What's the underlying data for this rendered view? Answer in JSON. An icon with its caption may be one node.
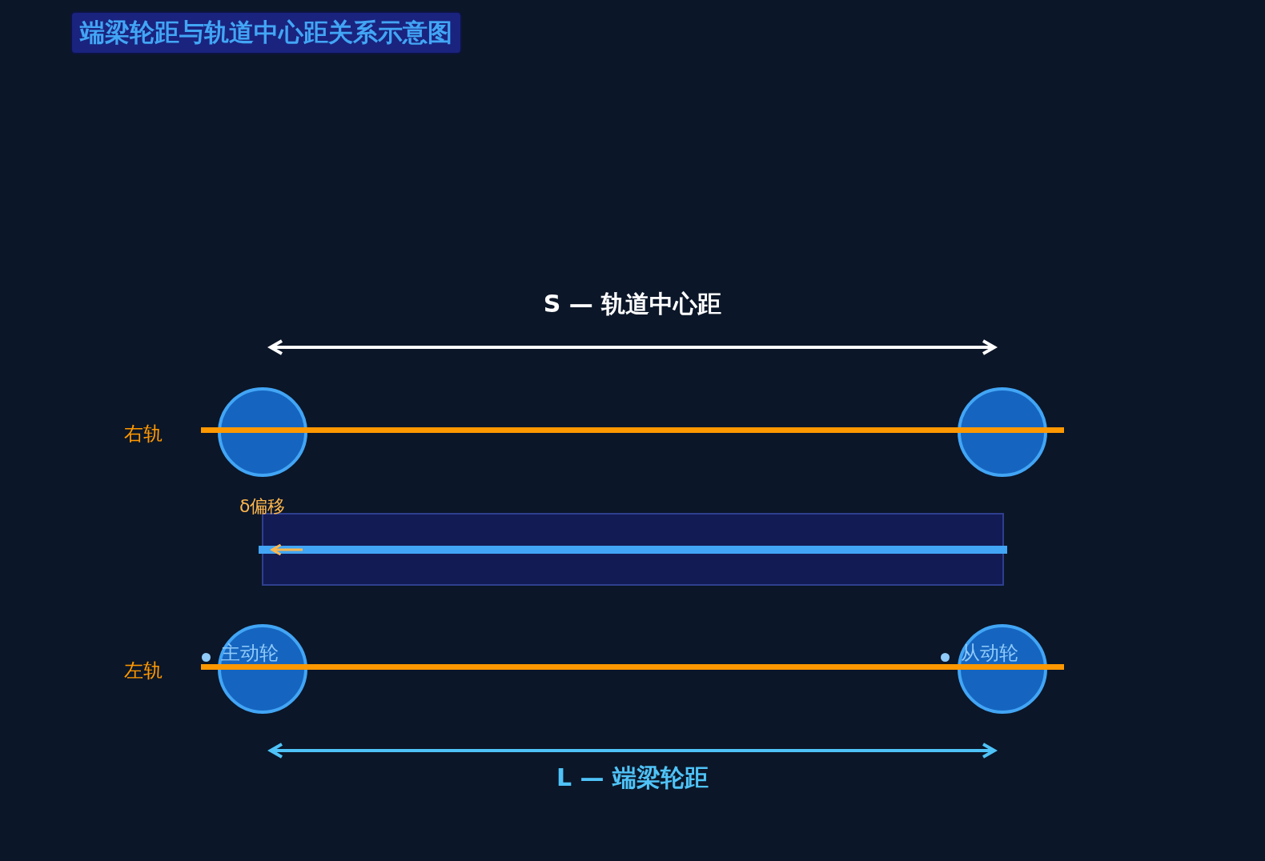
{
  "diagram": {
    "title": "端梁轮距与轨道中心距关系示意图",
    "nodes": [
      {
        "text": [],
        "shape": "circle"
      },
      {
        "text": [],
        "shape": "circle"
      },
      {
        "text": [],
        "shape": "box"
      },
      {
        "text": [
          "主动轮"
        ]
      },
      {
        "text": [
          "从动轮"
        ]
      }
    ],
    "edges": [],
    "labels": [
      "S — 轨道中心距",
      "右轨",
      "δ偏移",
      "左轨",
      "L — 端梁轮距"
    ]
  }
}
